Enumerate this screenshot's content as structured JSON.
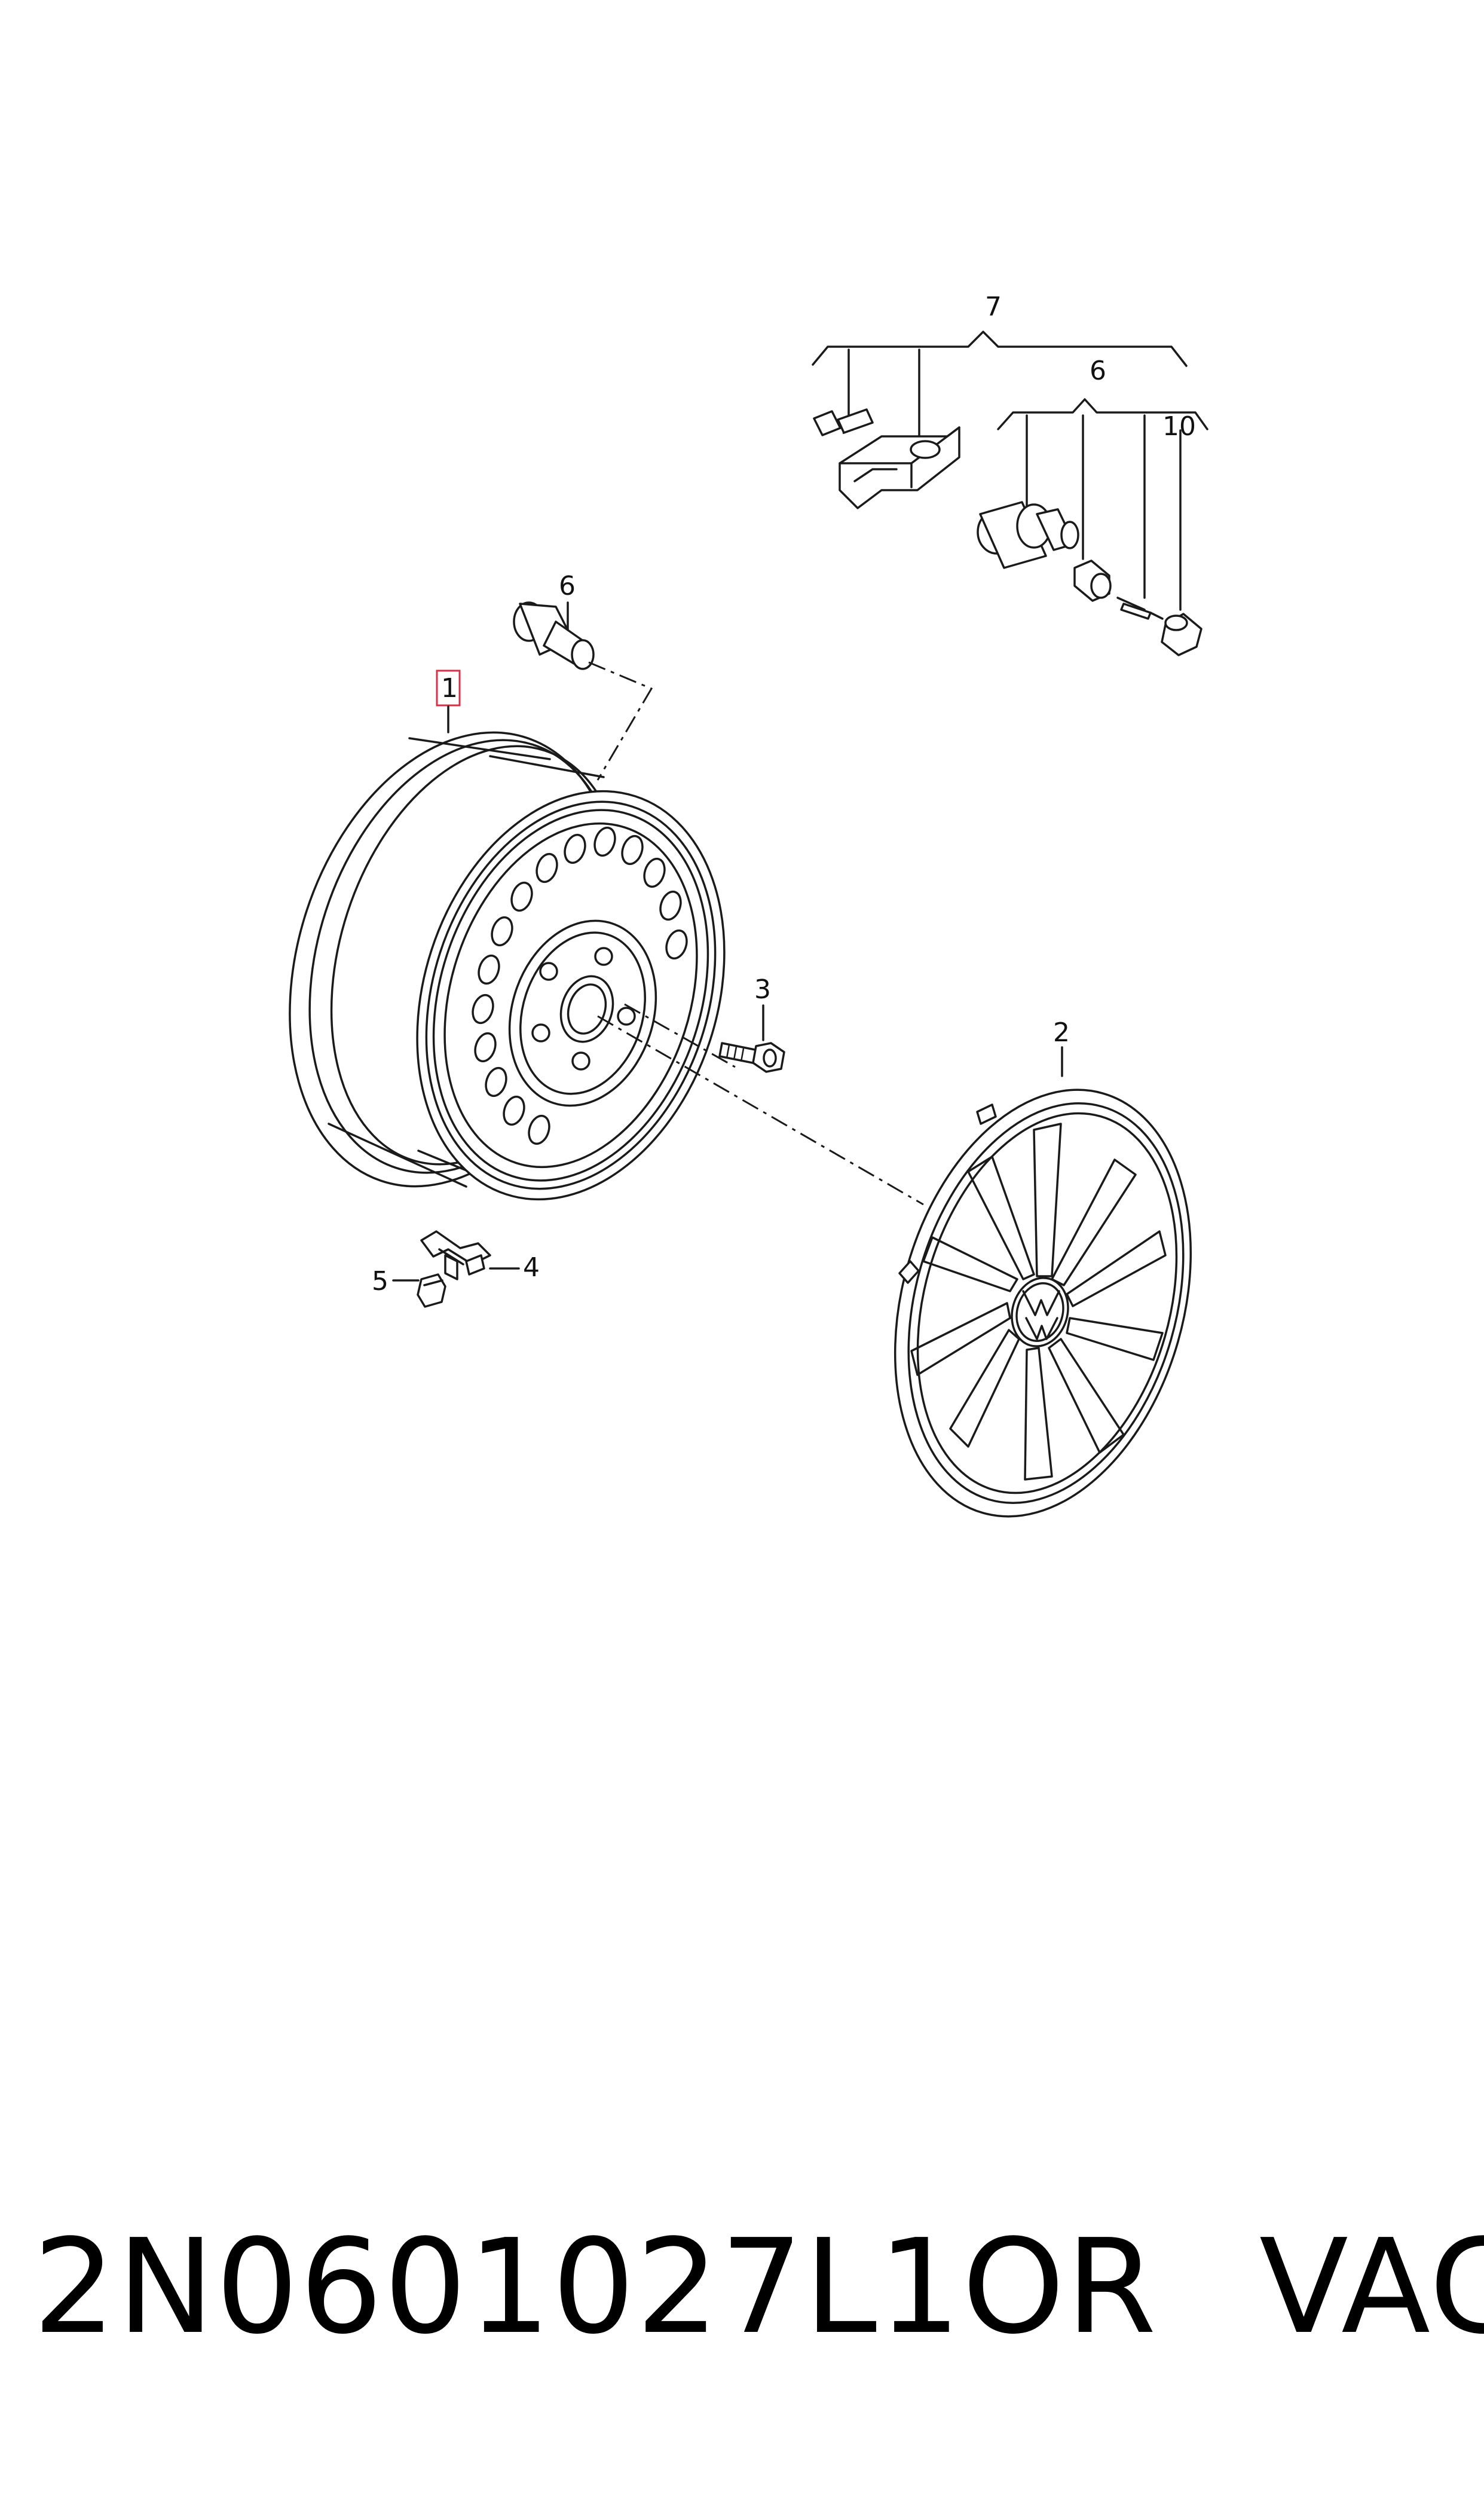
{
  "callouts": {
    "c1": "1",
    "c2": "2",
    "c3": "3",
    "c4": "4",
    "c5": "5",
    "c6a": "6",
    "c6b": "6",
    "c7": "7",
    "c10": "10"
  },
  "caption": {
    "part_number": "2N0601027L1OR",
    "brand": "VAG"
  },
  "colors": {
    "line": "#1a1a1a",
    "highlight": "#d9304a"
  }
}
